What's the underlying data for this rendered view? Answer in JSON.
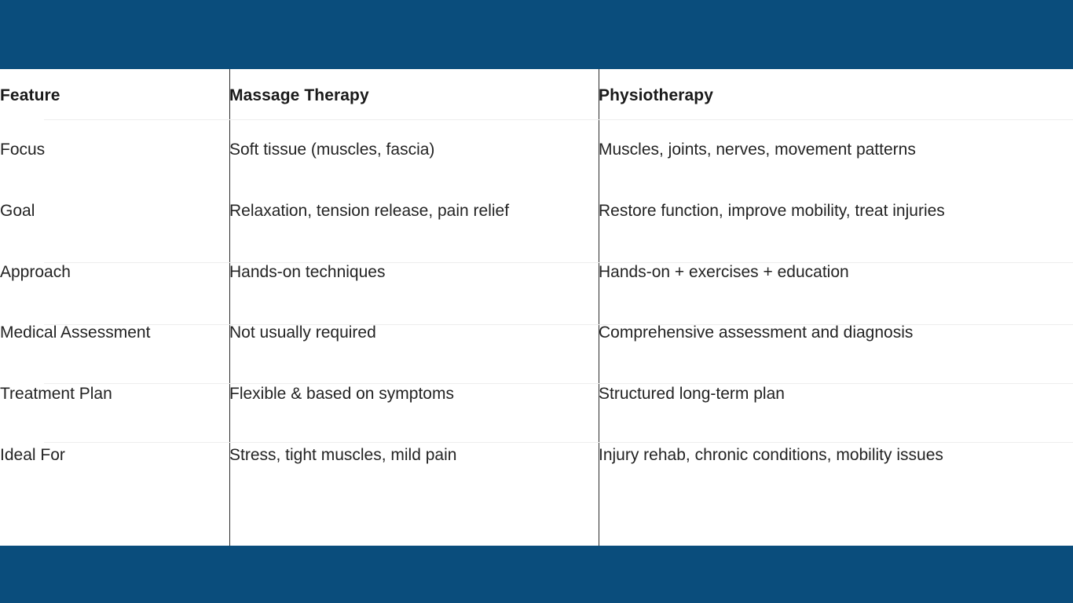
{
  "theme": {
    "band_color": "#0a4d7c",
    "page_background": "#ffffff",
    "column_rule_color": "#2b2b2b",
    "row_rule_color": "#ededed",
    "header_text_color": "#1a1a1a",
    "body_text_color": "#232323"
  },
  "table": {
    "columns": [
      {
        "key": "feature",
        "label": "Feature"
      },
      {
        "key": "massage",
        "label": "Massage Therapy"
      },
      {
        "key": "physio",
        "label": "Physiotherapy"
      }
    ],
    "rows": [
      {
        "feature": "Focus",
        "massage": "Soft tissue (muscles, fascia)",
        "physio": "Muscles, joints, nerves, movement patterns"
      },
      {
        "feature": "Goal",
        "massage": "Relaxation, tension release, pain relief",
        "physio": "Restore function, improve mobility, treat injuries"
      },
      {
        "feature": "Approach",
        "massage": "Hands-on techniques",
        "physio": "Hands-on + exercises + education"
      },
      {
        "feature": "Medical Assessment",
        "massage": "Not usually required",
        "physio": "Comprehensive assessment and diagnosis"
      },
      {
        "feature": "Treatment Plan",
        "massage": "Flexible & based on symptoms",
        "physio": "Structured long-term plan"
      },
      {
        "feature": "Ideal For",
        "massage": "Stress, tight muscles, mild pain",
        "physio": "Injury rehab, chronic conditions, mobility issues"
      }
    ]
  }
}
